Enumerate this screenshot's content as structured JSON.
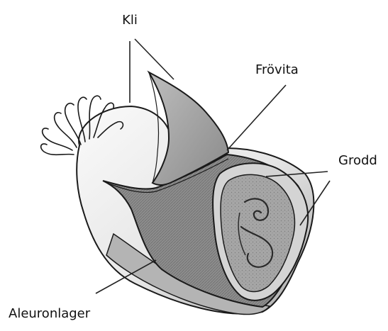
{
  "diagram": {
    "labels": {
      "kli": "Kli",
      "frovita": "Frövita",
      "grodd": "Grodd",
      "aleuronlager": "Aleuronlager"
    },
    "colors": {
      "outline": "#1a1a1a",
      "bran_light": "#f2f2f2",
      "bran_shade": "#c9c9c9",
      "endosperm": "#8d8d8d",
      "germ_layer": "#d4d4d4",
      "germ_inner": "#a9a9a9",
      "leader_line": "#222222"
    }
  }
}
